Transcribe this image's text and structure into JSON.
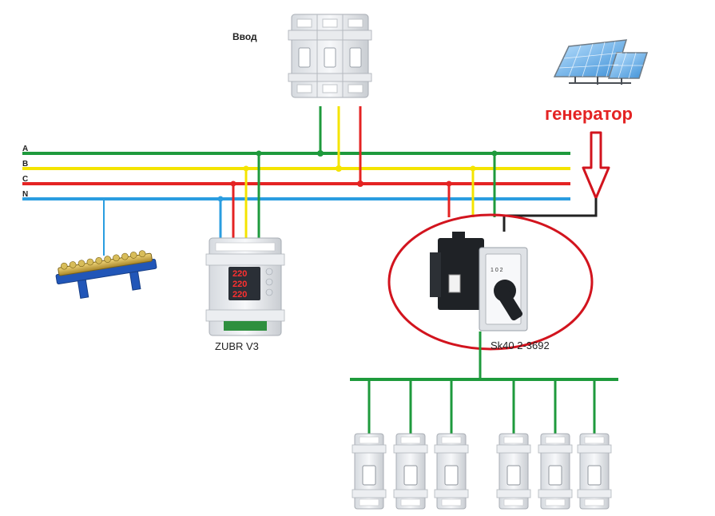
{
  "labels": {
    "input": "Ввод",
    "generator": "генератор",
    "relay": "ZUBR V3",
    "switch": "Sk40 2-3692"
  },
  "bus_lines": {
    "a": "A",
    "b": "B",
    "c": "C",
    "n": "N"
  },
  "relay_display": {
    "row1": "220",
    "row2": "220",
    "row3": "220"
  },
  "colors": {
    "phase_a": "#1e9a3c",
    "phase_b": "#f4e400",
    "phase_c": "#e42323",
    "neutral": "#2a9de0",
    "generator_text": "#e42323",
    "highlight_ellipse": "#d2141e",
    "arrow": "#d2141e",
    "generator_wire": "#222222"
  },
  "icons": {
    "input_breaker": "three-pole-breaker-icon",
    "solar": "solar-panel-icon",
    "neutral_bar": "neutral-busbar-icon",
    "relay": "voltage-relay-icon",
    "switch": "rotary-changeover-switch-icon",
    "breakers": "single-pole-breaker-icon"
  }
}
